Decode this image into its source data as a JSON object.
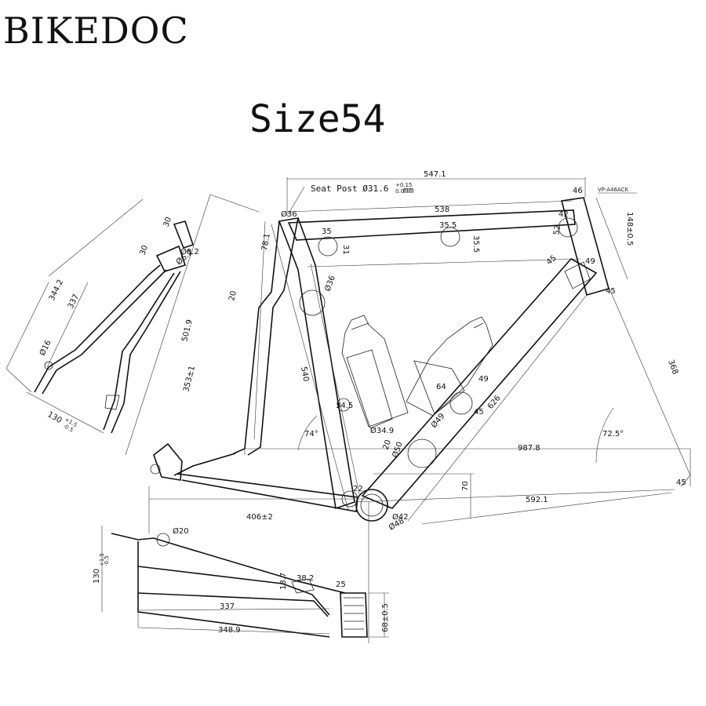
{
  "header": {
    "brand": "BIKEDOC",
    "size_label": "Size54"
  },
  "main_frame": {
    "seatpost_note": "Seat Post Ø31.6",
    "seatpost_tol_up": "+0.15",
    "seatpost_tol_down": "0.0",
    "seatpost_unit": "mm",
    "part_code": "VP-A46ACK",
    "top_length": "547.1",
    "top_tube_length": "538",
    "head_width": "46",
    "head_top_od": "42",
    "head_bottom_od": "52",
    "head_tube_len": "148±0.5",
    "stack_len": "368",
    "seattube_od": "Ø36",
    "seat_cluster_len": "78.1",
    "tt_d1": "35",
    "tt_d1_h": "31",
    "tt_d2": "35.5",
    "tt_d2_h": "35.5",
    "dt_top": "45",
    "dt_top2": "49",
    "head_lower": "45",
    "st_mid_d": "Ø36",
    "seat_tube_len": "540",
    "down_tube_len": "626",
    "dt_d1": "64",
    "dt_d2": "49",
    "dt_d3": "45",
    "dt_d4": "Ø49",
    "st_bottom_d": "34.5",
    "st_bottom_d2": "Ø34.9",
    "seat_angle": "74°",
    "head_angle": "72.5°",
    "wheelbase": "987.8",
    "cs_d1": "20",
    "cs_d2": "Ø50",
    "bb_drop": "70",
    "reach_len": "592.1",
    "bb_d1": "Ø42",
    "bb_d2": "Ø48",
    "bb_width": "22",
    "fork_end": "45",
    "chainstay": "406±2"
  },
  "fork": {
    "total_len": "344.2",
    "blade_len": "337",
    "crown_d": "30",
    "crown_d2": "30",
    "steerer_d1": "Ø8.2",
    "steerer_d2": "Ø6.2",
    "axle_d": "Ø16",
    "spacing": "130",
    "spacing_tol_up": "+1.5",
    "spacing_tol_down": "-0.5",
    "stem_len": "501.9",
    "seat_len": "353±1",
    "mid_d": "20"
  },
  "rear": {
    "bridge_d": "Ø20",
    "spacing": "130",
    "spacing_tol_up": "+1.5",
    "spacing_tol_down": "-0.5",
    "cs_w": "38.2",
    "cs_h": "18.7",
    "cs_bb": "25",
    "cs_len": "337",
    "cs_total": "348.9",
    "bb_shell": "68±0.5"
  }
}
